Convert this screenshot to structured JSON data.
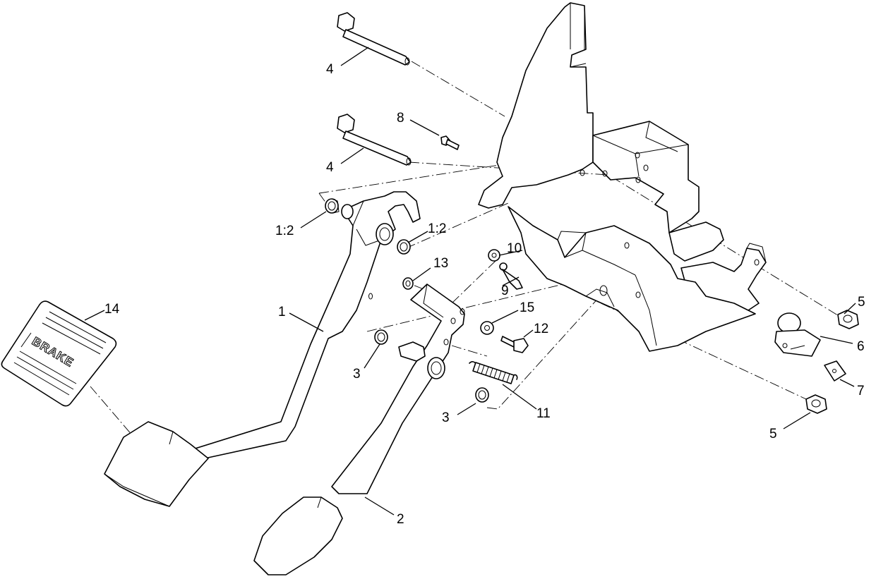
{
  "callouts": {
    "c4a": "4",
    "c4b": "4",
    "c8": "8",
    "c1_2a": "1:2",
    "c1_2b": "1:2",
    "c10": "10",
    "c13": "13",
    "c9": "9",
    "c14": "14",
    "c1": "1",
    "c15": "15",
    "c12": "12",
    "c3a": "3",
    "c3b": "3",
    "c11": "11",
    "c2": "2",
    "c5a": "5",
    "c5b": "5",
    "c6": "6",
    "c7": "7"
  },
  "pad_text": "BRAKE"
}
